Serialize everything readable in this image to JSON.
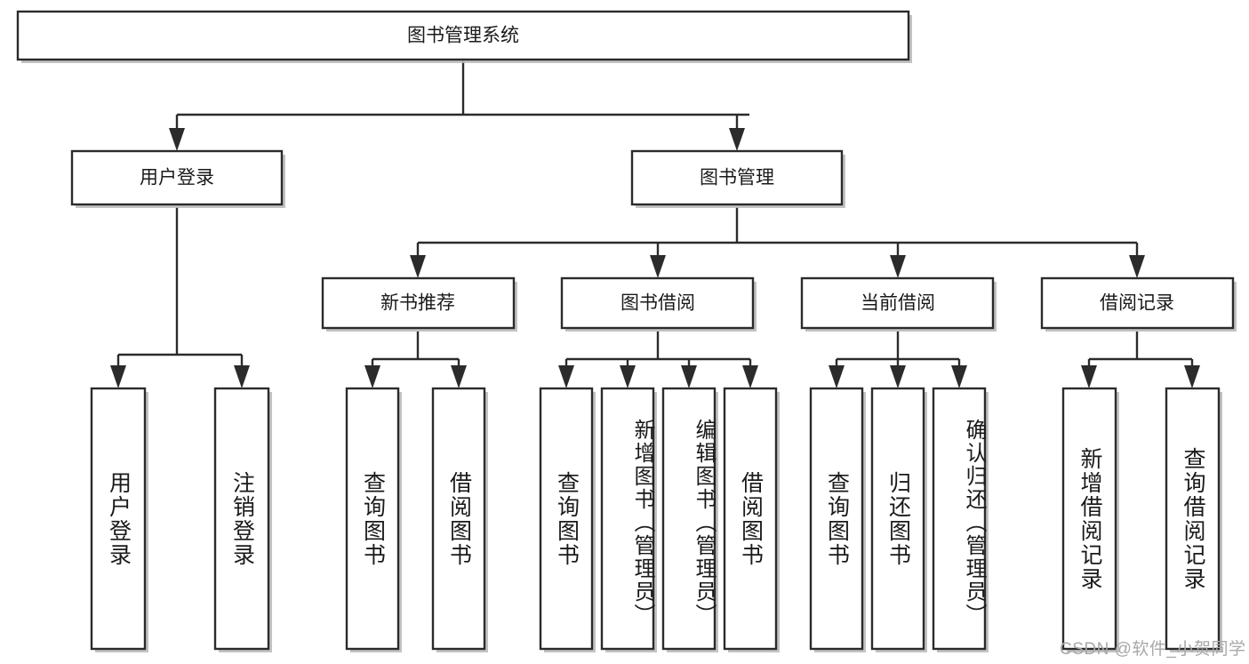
{
  "diagram": {
    "title": "图书管理系统",
    "type": "tree-hierarchy",
    "watermark": "CSDN @软件_小贺同学",
    "colors": {
      "node_fill": "#ffffff",
      "node_stroke": "#2b2b2b",
      "text": "#1a1a1a",
      "watermark": "#a8a8a8",
      "background": "#ffffff"
    },
    "root": {
      "id": "root",
      "label": "图书管理系统"
    },
    "level2": [
      {
        "id": "user-login",
        "label": "用户登录"
      },
      {
        "id": "book-manage",
        "label": "图书管理"
      }
    ],
    "level3": [
      {
        "id": "new-book-recommend",
        "label": "新书推荐",
        "parent": "book-manage"
      },
      {
        "id": "book-borrow",
        "label": "图书借阅",
        "parent": "book-manage"
      },
      {
        "id": "current-borrow",
        "label": "当前借阅",
        "parent": "book-manage"
      },
      {
        "id": "borrow-record",
        "label": "借阅记录",
        "parent": "book-manage"
      }
    ],
    "leaves": [
      {
        "id": "leaf-user-login",
        "label": "用户登录",
        "parent": "user-login"
      },
      {
        "id": "leaf-logout-login",
        "label": "注销登录",
        "parent": "user-login"
      },
      {
        "id": "leaf-query-book-1",
        "label": "查询图书",
        "parent": "new-book-recommend"
      },
      {
        "id": "leaf-borrow-book-1",
        "label": "借阅图书",
        "parent": "new-book-recommend"
      },
      {
        "id": "leaf-query-book-2",
        "label": "查询图书",
        "parent": "book-borrow"
      },
      {
        "id": "leaf-add-book",
        "label": "新增图书（管理员）",
        "parent": "book-borrow"
      },
      {
        "id": "leaf-edit-book",
        "label": "编辑图书（管理员）",
        "parent": "book-borrow"
      },
      {
        "id": "leaf-borrow-book-2",
        "label": "借阅图书",
        "parent": "book-borrow"
      },
      {
        "id": "leaf-query-book-3",
        "label": "查询图书",
        "parent": "current-borrow"
      },
      {
        "id": "leaf-return-book",
        "label": "归还图书",
        "parent": "current-borrow"
      },
      {
        "id": "leaf-confirm-return",
        "label": "确认归还（管理员）",
        "parent": "current-borrow"
      },
      {
        "id": "leaf-add-record",
        "label": "新增借阅记录",
        "parent": "borrow-record"
      },
      {
        "id": "leaf-query-record",
        "label": "查询借阅记录",
        "parent": "borrow-record"
      }
    ]
  }
}
